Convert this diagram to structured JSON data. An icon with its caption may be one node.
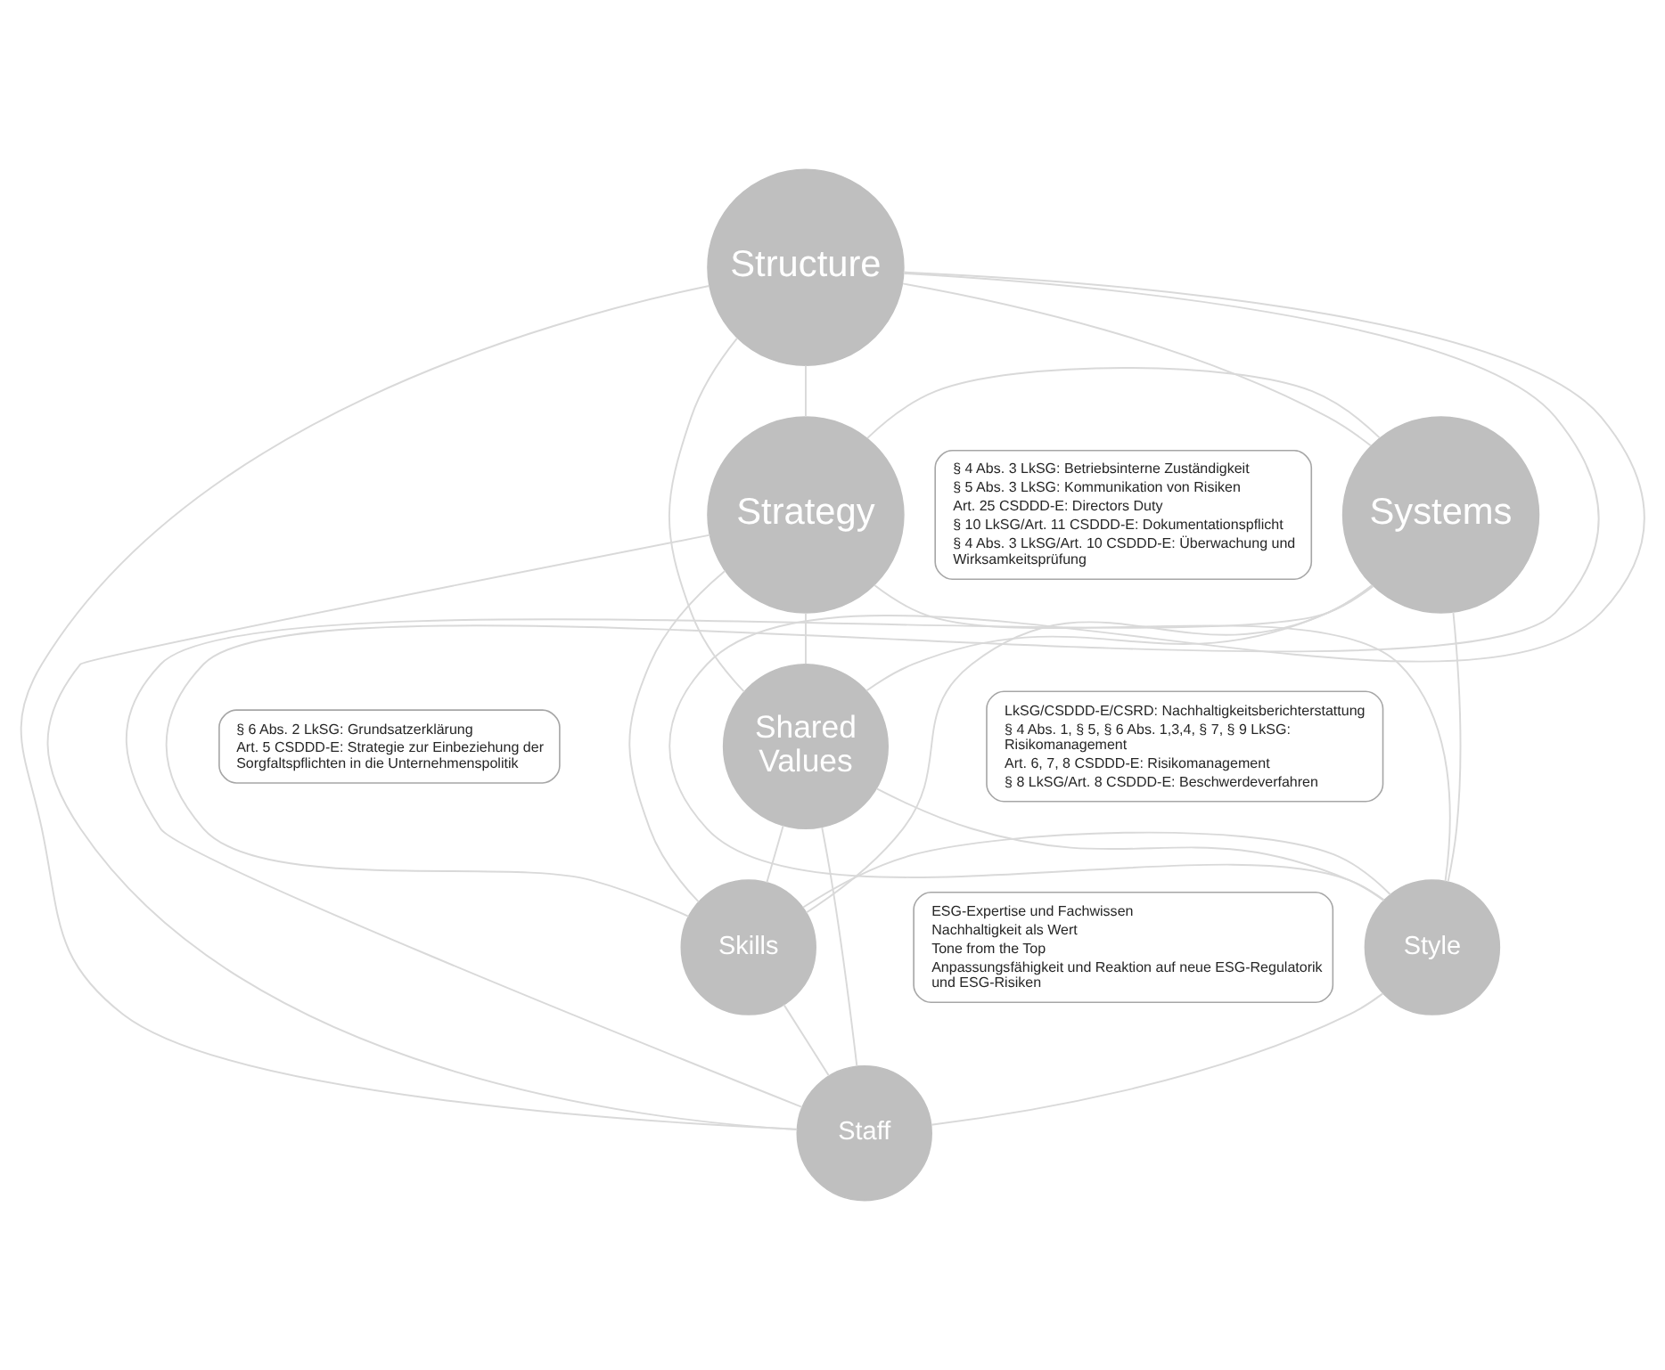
{
  "diagram": {
    "nodes": [
      {
        "text": [
          "Structure"
        ]
      },
      {
        "text": [
          "Strategy"
        ]
      },
      {
        "text": [
          "§ 4 Abs. 3 LkSG: Betriebsinterne Zuständigkeit",
          "§ 5 Abs. 3 LkSG: Kommunikation von Risiken",
          "Art. 25 CSDDD-E: Directors Duty",
          "§ 10 LkSG/Art. 11 CSDDD-E: Dokumentationspflicht",
          "§ 4 Abs. 3 LkSG/Art. 10 CSDDD-E: Überwachung und Wirksamkeitsprüfung"
        ]
      },
      {
        "text": [
          "Systems"
        ]
      },
      {
        "text": [
          "§ 6 Abs. 2 LkSG: Grundsatzerklärung",
          "Art. 5 CSDDD-E: Strategie zur Einbeziehung der Sorgfaltspflichten in die Unternehmenspolitik"
        ]
      },
      {
        "text": [
          "Shared Values"
        ]
      },
      {
        "text": [
          "LkSG/CSDDD-E/CSRD: Nachhaltigkeitsberichterstattung",
          "§ 4 Abs. 1, § 5, § 6 Abs. 1,3,4, § 7, § 9 LkSG: Risikomanagement",
          "Art. 6, 7, 8 CSDDD-E: Risikomanagement",
          "§ 8 LkSG/Art. 8 CSDDD-E: Beschwerdeverfahren"
        ]
      },
      {
        "text": [
          "Skills"
        ]
      },
      {
        "text": [
          "ESG-Expertise und Fachwissen",
          "Nachhaltigkeit als Wert",
          "Tone from the Top",
          "Anpassungsfähigkeit und Reaktion auf neue ESG-Regulatorik und ESG-Risiken"
        ]
      },
      {
        "text": [
          "Style"
        ]
      },
      {
        "text": [
          "Staff"
        ]
      }
    ],
    "edges": [
      {
        "from": 0,
        "to": 1,
        "arrow": "none"
      },
      {
        "from": 0,
        "to": 3,
        "arrow": "none"
      },
      {
        "from": 0,
        "to": 5,
        "arrow": "none"
      },
      {
        "from": 0,
        "to": 7,
        "arrow": "none"
      },
      {
        "from": 0,
        "to": 9,
        "arrow": "none"
      },
      {
        "from": 0,
        "to": 10,
        "arrow": "none"
      },
      {
        "from": 1,
        "to": 3,
        "arrow": "none"
      },
      {
        "from": 1,
        "to": 5,
        "arrow": "none"
      },
      {
        "from": 1,
        "to": 7,
        "arrow": "none"
      },
      {
        "from": 1,
        "to": 9,
        "arrow": "none"
      },
      {
        "from": 1,
        "to": 10,
        "arrow": "none"
      },
      {
        "from": 3,
        "to": 5,
        "arrow": "none"
      },
      {
        "from": 3,
        "to": 7,
        "arrow": "none"
      },
      {
        "from": 3,
        "to": 9,
        "arrow": "none"
      },
      {
        "from": 3,
        "to": 10,
        "arrow": "none"
      },
      {
        "from": 5,
        "to": 7,
        "arrow": "none"
      },
      {
        "from": 5,
        "to": 9,
        "arrow": "none"
      },
      {
        "from": 5,
        "to": 10,
        "arrow": "none"
      },
      {
        "from": 7,
        "to": 9,
        "arrow": "none"
      },
      {
        "from": 7,
        "to": 10,
        "arrow": "none"
      },
      {
        "from": 9,
        "to": 10,
        "arrow": "none"
      }
    ]
  }
}
